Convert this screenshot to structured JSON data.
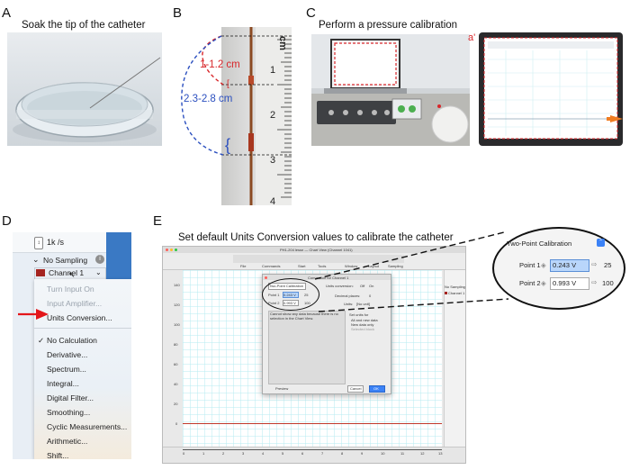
{
  "panels": {
    "a": {
      "letter": "A",
      "caption": "Soak the tip of the catheter"
    },
    "b": {
      "letter": "B",
      "red_label": "1-1.2 cm",
      "blue_label": "2.3-2.8 cm",
      "ruler_unit": "cm",
      "ruler_numbers": [
        "1",
        "2",
        "3",
        "4"
      ]
    },
    "c": {
      "letter": "C",
      "caption": "Perform a pressure calibration",
      "inset_label": "a'"
    },
    "d": {
      "letter": "D"
    },
    "e": {
      "letter": "E",
      "caption": "Set default Units Conversion values to calibrate the catheter"
    }
  },
  "menu_d": {
    "rate": "1k /s",
    "sampling": "No Sampling",
    "channel": "Channel 1",
    "items": [
      {
        "label": "Turn Input On",
        "enabled": false
      },
      {
        "label": "Input Amplifier...",
        "enabled": false
      },
      {
        "label": "Units Conversion...",
        "enabled": true
      },
      {
        "label": "No Calculation",
        "enabled": true,
        "checked": true
      },
      {
        "label": "Derivative...",
        "enabled": true
      },
      {
        "label": "Spectrum...",
        "enabled": true
      },
      {
        "label": "Integral...",
        "enabled": true
      },
      {
        "label": "Digital Filter...",
        "enabled": true
      },
      {
        "label": "Smoothing...",
        "enabled": true
      },
      {
        "label": "Cyclic Measurements...",
        "enabled": true
      },
      {
        "label": "Arithmetic...",
        "enabled": true
      },
      {
        "label": "Shift...",
        "enabled": true
      }
    ],
    "check_mark": "✓"
  },
  "dialog": {
    "window_title": "PH1-204 lessn — Chart View (Channel 1041)",
    "title": "Conversion for Channel 1",
    "mode": "Two-Point Calibration",
    "point1_label": "Point 1",
    "point1_value": "0.243 V",
    "point1_result": "25",
    "point2_label": "Point 2",
    "point2_value": "0.993 V",
    "point2_result": "100",
    "units_conversion_label": "Units conversion:",
    "off": "Off",
    "on": "On",
    "decimal_places_label": "Decimal places:",
    "decimal_places": "0",
    "units_label": "Units:",
    "units_value": "[No unit]",
    "note": "Cannot show any data because there is no selection in the Chart View.",
    "set_units_for": "Set units for",
    "opt_all": "All and new data",
    "opt_new": "New data only",
    "opt_sel": "Selected block",
    "preview": "Preview",
    "cancel": "Cancel",
    "ok": "OK"
  },
  "chart_ui": {
    "toolbar": [
      "File",
      "Commands",
      "Start",
      "Tools",
      "Window",
      "Layout",
      "Sampling"
    ],
    "y_ticks": [
      "140",
      "120",
      "100",
      "80",
      "60",
      "40",
      "20",
      "0"
    ],
    "x_ticks": [
      "0",
      "1",
      "2",
      "3",
      "4",
      "5",
      "6",
      "7",
      "8",
      "9",
      "10",
      "11",
      "12",
      "13"
    ],
    "side_sampling": "No Sampling",
    "side_channel": "Channel 1"
  },
  "zoom": {
    "mode": "Two-Point Calibration",
    "point1_label": "Point 1",
    "point1_value": "0.243 V",
    "point1_result": "25",
    "point2_label": "Point 2",
    "point2_value": "0.993 V",
    "point2_result": "100"
  },
  "colors": {
    "red": "#d8262a",
    "blue": "#2b4fbf",
    "grid": "#9fe3ec",
    "select": "#b9d6fb"
  }
}
